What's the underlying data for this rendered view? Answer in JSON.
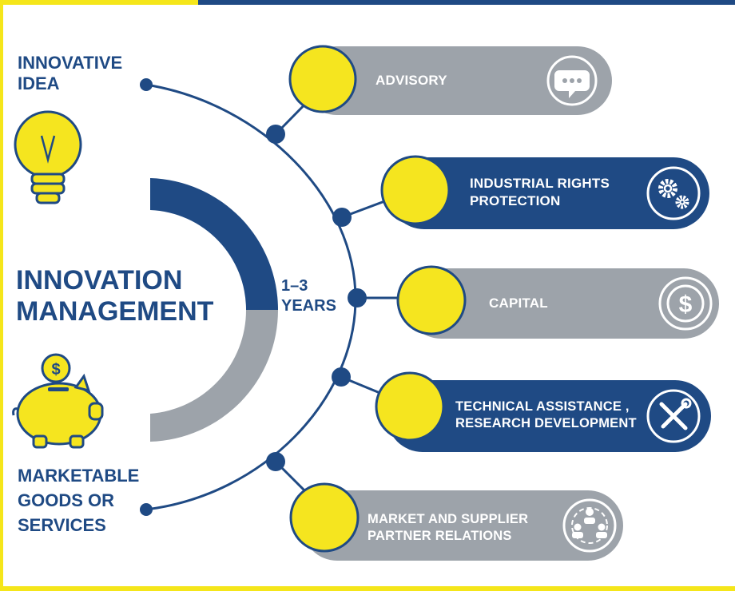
{
  "left": {
    "top_label": [
      "INNOVATIVE",
      "IDEA"
    ],
    "center_title": [
      "INNOVATION",
      "MANAGEMENT"
    ],
    "bottom_label": [
      "MARKETABLE",
      "GOODS OR",
      "SERVICES"
    ]
  },
  "duration": [
    "1–3",
    "YEARS"
  ],
  "items": [
    {
      "label": [
        "ADVISORY"
      ],
      "icon": "speech-bubble-icon"
    },
    {
      "label": [
        "INDUSTRIAL RIGHTS",
        "PROTECTION"
      ],
      "icon": "gears-icon"
    },
    {
      "label": [
        "CAPITAL"
      ],
      "icon": "dollar-coin-icon"
    },
    {
      "label": [
        "TECHNICAL ASSISTANCE ,",
        "RESEARCH DEVELOPMENT"
      ],
      "icon": "tools-icon"
    },
    {
      "label": [
        "MARKET AND SUPPLIER",
        "PARTNER RELATIONS"
      ],
      "icon": "people-network-icon"
    }
  ],
  "colors": {
    "navy": "#1f4a84",
    "gray": "#9da3aa",
    "yellow": "#f5e51f",
    "frame_yellow": "#f5e61a"
  }
}
